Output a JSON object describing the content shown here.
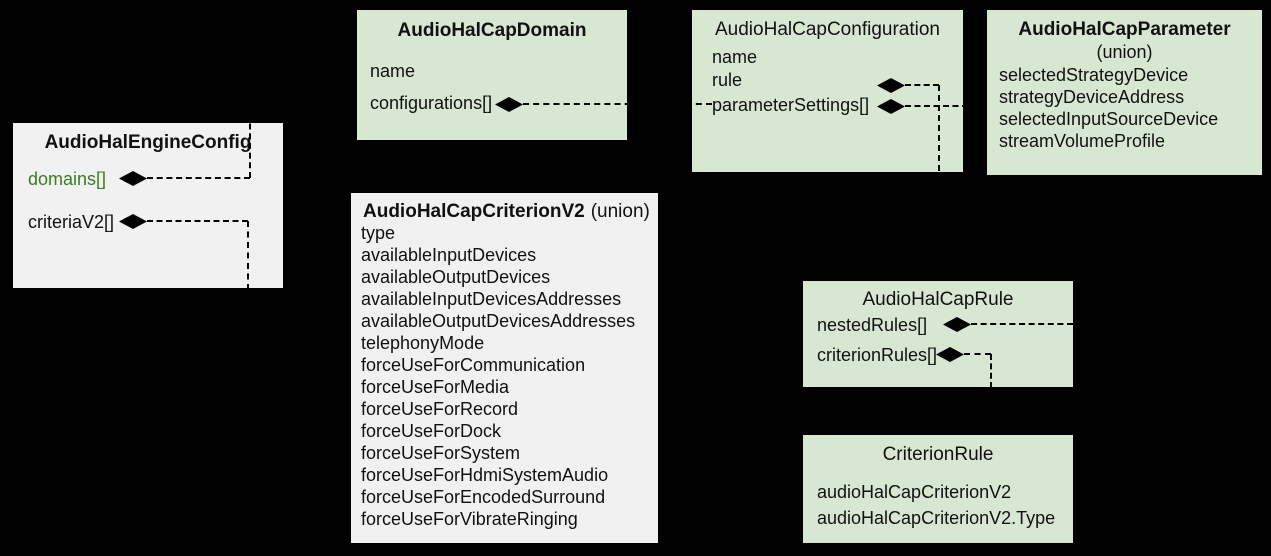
{
  "colors": {
    "background": "#000000",
    "box_green": "#d8e7d1",
    "box_gray": "#f1f1f1",
    "text": "#111111",
    "green_field_text": "#3b7d22",
    "connector": "#000000"
  },
  "boxes": {
    "engine": {
      "title": "AudioHalEngineConfig",
      "fields": {
        "domains": "domains[]",
        "criteriaV2": "criteriaV2[]"
      }
    },
    "domain": {
      "title": "AudioHalCapDomain",
      "fields": {
        "name": "name",
        "configurations": "configurations[]"
      }
    },
    "configuration": {
      "title": "AudioHalCapConfiguration",
      "fields": {
        "name": "name",
        "rule": "rule",
        "parameterSettings": "parameterSettings[]"
      }
    },
    "parameter": {
      "title": "AudioHalCapParameter",
      "subtitle": "(union)",
      "fields": [
        "selectedStrategyDevice",
        "strategyDeviceAddress",
        "selectedInputSourceDevice",
        "streamVolumeProfile"
      ]
    },
    "criterion": {
      "title": "AudioHalCapCriterionV2",
      "subtitle": "(union)",
      "fields": [
        "type",
        "availableInputDevices",
        "availableOutputDevices",
        "availableInputDevicesAddresses",
        "availableOutputDevicesAddresses",
        "telephonyMode",
        "forceUseForCommunication",
        "forceUseForMedia",
        "forceUseForRecord",
        "forceUseForDock",
        "forceUseForSystem",
        "forceUseForHdmiSystemAudio",
        "forceUseForEncodedSurround",
        "forceUseForVibrateRinging"
      ]
    },
    "rule": {
      "title": "AudioHalCapRule",
      "fields": {
        "nestedRules": "nestedRules[]",
        "criterionRules": "criterionRules[]"
      }
    },
    "criterionRule": {
      "title": "CriterionRule",
      "fields": [
        "audioHalCapCriterionV2",
        "audioHalCapCriterionV2.Type"
      ]
    }
  },
  "connectors": [
    {
      "from": "AudioHalEngineConfig.domains[]",
      "to": "AudioHalCapDomain",
      "type": "composition-diamond"
    },
    {
      "from": "AudioHalEngineConfig.criteriaV2[]",
      "to": "AudioHalCapCriterionV2",
      "type": "composition-diamond"
    },
    {
      "from": "AudioHalCapDomain.configurations[]",
      "to": "AudioHalCapConfiguration",
      "type": "composition-diamond"
    },
    {
      "from": "AudioHalCapConfiguration.rule",
      "to": "AudioHalCapRule",
      "type": "composition-diamond"
    },
    {
      "from": "AudioHalCapConfiguration.parameterSettings[]",
      "to": "AudioHalCapParameter",
      "type": "composition-diamond"
    },
    {
      "from": "AudioHalCapRule.nestedRules[]",
      "to": "AudioHalCapRule",
      "type": "composition-diamond"
    },
    {
      "from": "AudioHalCapRule.criterionRules[]",
      "to": "CriterionRule",
      "type": "composition-diamond"
    }
  ]
}
